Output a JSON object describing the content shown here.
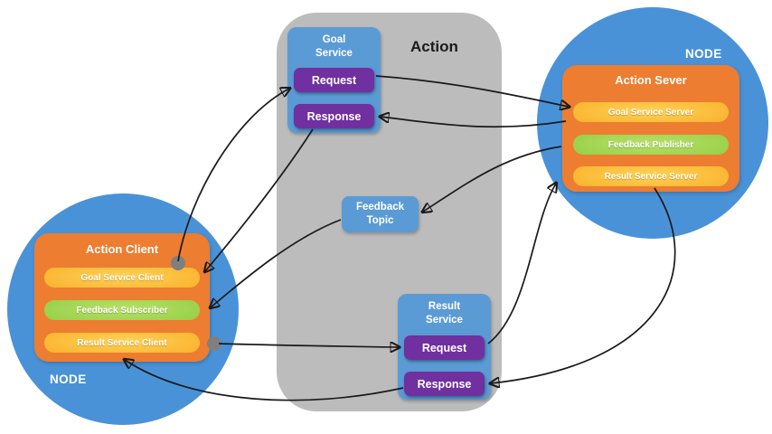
{
  "colors": {
    "background": "#ffffff",
    "panel_gray": "#bcbcbc",
    "node_blue": "#4a92d8",
    "service_blue": "#5b9bd5",
    "box_orange": "#ed7d31",
    "pill_yellow": "#f9b02a",
    "pill_green": "#94ce44",
    "button_purple": "#7030a0",
    "arrow_black": "#1a1a1a",
    "dot_gray": "#7f7f7f",
    "text_white": "#ffffff"
  },
  "panel": {
    "title": "Action"
  },
  "goal_service": {
    "title_line1": "Goal",
    "title_line2": "Service",
    "request": "Request",
    "response": "Response"
  },
  "feedback_topic": {
    "title_line1": "Feedback",
    "title_line2": "Topic"
  },
  "result_service": {
    "title_line1": "Result",
    "title_line2": "Service",
    "request": "Request",
    "response": "Response"
  },
  "right_node": {
    "label": "NODE",
    "box_title": "Action Sever",
    "pills": [
      {
        "label": "Goal Service Server",
        "color": "yellow"
      },
      {
        "label": "Feedback Publisher",
        "color": "green"
      },
      {
        "label": "Result Service Server",
        "color": "yellow"
      }
    ]
  },
  "left_node": {
    "label": "NODE",
    "box_title": "Action Client",
    "pills": [
      {
        "label": "Goal Service Client",
        "color": "yellow"
      },
      {
        "label": "Feedback Subscriber",
        "color": "green"
      },
      {
        "label": "Result Service Client",
        "color": "yellow"
      }
    ]
  },
  "connections": [
    {
      "from": "Goal Service Client",
      "to": "Goal Service Request"
    },
    {
      "from": "Goal Service Request",
      "to": "Goal Service Server"
    },
    {
      "from": "Goal Service Server",
      "to": "Goal Service Response"
    },
    {
      "from": "Goal Service Response",
      "to": "Goal Service Client"
    },
    {
      "from": "Feedback Publisher",
      "to": "Feedback Topic"
    },
    {
      "from": "Feedback Topic",
      "to": "Feedback Subscriber"
    },
    {
      "from": "Result Service Client",
      "to": "Result Service Request"
    },
    {
      "from": "Result Service Request",
      "to": "Result Service Server"
    },
    {
      "from": "Result Service Server",
      "to": "Result Service Response"
    },
    {
      "from": "Result Service Response",
      "to": "Result Service Client"
    }
  ]
}
